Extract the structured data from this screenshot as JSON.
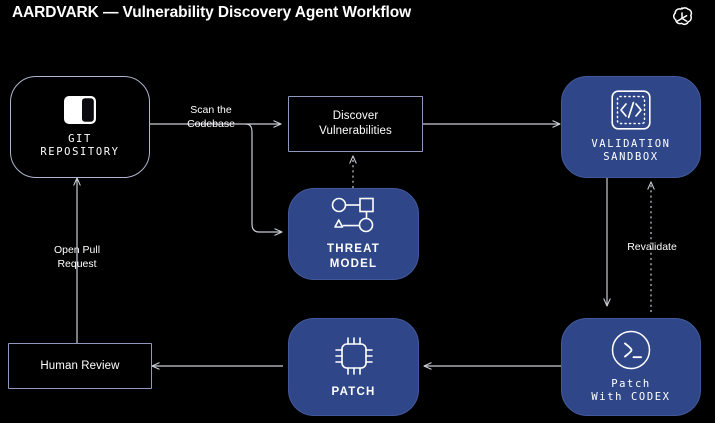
{
  "header": {
    "title": "AARDVARK — Vulnerability Discovery Agent Workflow",
    "logo_icon": "openai-logo-icon"
  },
  "theme": {
    "background": "#000000",
    "node_fill_blue": "#2f4788",
    "node_border_light": "#aeb6cf",
    "node_border_blue": "#8e99bf",
    "text": "#ffffff",
    "edge_stroke": "#c9cdd6"
  },
  "nodes": [
    {
      "id": "git-repository",
      "label": "GIT\nREPOSITORY",
      "label_line1": "GIT",
      "label_line2": "REPOSITORY",
      "style": "outline-rounded",
      "icon": "repository-icon"
    },
    {
      "id": "discover-vulnerabilities",
      "label": "Discover\nVulnerabilities",
      "label_line1": "Discover",
      "label_line2": "Vulnerabilities",
      "style": "rect-outline",
      "icon": null
    },
    {
      "id": "threat-model",
      "label": "THREAT\nMODEL",
      "label_line1": "THREAT",
      "label_line2": "MODEL",
      "style": "filled-rounded",
      "icon": "graph-nodes-icon"
    },
    {
      "id": "validation-sandbox",
      "label": "VALIDATION\nSANDBOX",
      "label_line1": "VALIDATION",
      "label_line2": "SANDBOX",
      "style": "filled-rounded",
      "icon": "code-sandbox-icon"
    },
    {
      "id": "patch-with-codex",
      "label": "Patch\nWith CODEX",
      "label_line1": "Patch",
      "label_line2": "With CODEX",
      "style": "filled-rounded",
      "icon": "terminal-prompt-icon"
    },
    {
      "id": "patch",
      "label": "PATCH",
      "label_line1": "PATCH",
      "label_line2": "",
      "style": "filled-rounded",
      "icon": "chip-icon"
    },
    {
      "id": "human-review",
      "label": "Human Review",
      "label_line1": "Human Review",
      "label_line2": "",
      "style": "rect-outline",
      "icon": null
    }
  ],
  "edges": [
    {
      "id": "scan-the-codebase",
      "label": "Scan the\nCodebase",
      "from": "git-repository",
      "to": "discover-vulnerabilities",
      "line": "solid"
    },
    {
      "id": "scan-to-threat-model",
      "label": "",
      "from": "git-repository",
      "to": "threat-model",
      "line": "solid"
    },
    {
      "id": "threat-model-feedback",
      "label": "",
      "from": "threat-model",
      "to": "discover-vulnerabilities",
      "line": "dotted"
    },
    {
      "id": "discover-to-sandbox",
      "label": "",
      "from": "discover-vulnerabilities",
      "to": "validation-sandbox",
      "line": "solid"
    },
    {
      "id": "sandbox-to-codex",
      "label": "",
      "from": "validation-sandbox",
      "to": "patch-with-codex",
      "line": "solid"
    },
    {
      "id": "revalidate",
      "label": "Revalidate",
      "from": "patch-with-codex",
      "to": "validation-sandbox",
      "line": "dotted"
    },
    {
      "id": "codex-to-patch",
      "label": "",
      "from": "patch-with-codex",
      "to": "patch",
      "line": "solid"
    },
    {
      "id": "patch-to-human-review",
      "label": "",
      "from": "patch",
      "to": "human-review",
      "line": "solid"
    },
    {
      "id": "open-pull-request",
      "label": "Open Pull\nRequest",
      "from": "human-review",
      "to": "git-repository",
      "line": "solid"
    }
  ]
}
